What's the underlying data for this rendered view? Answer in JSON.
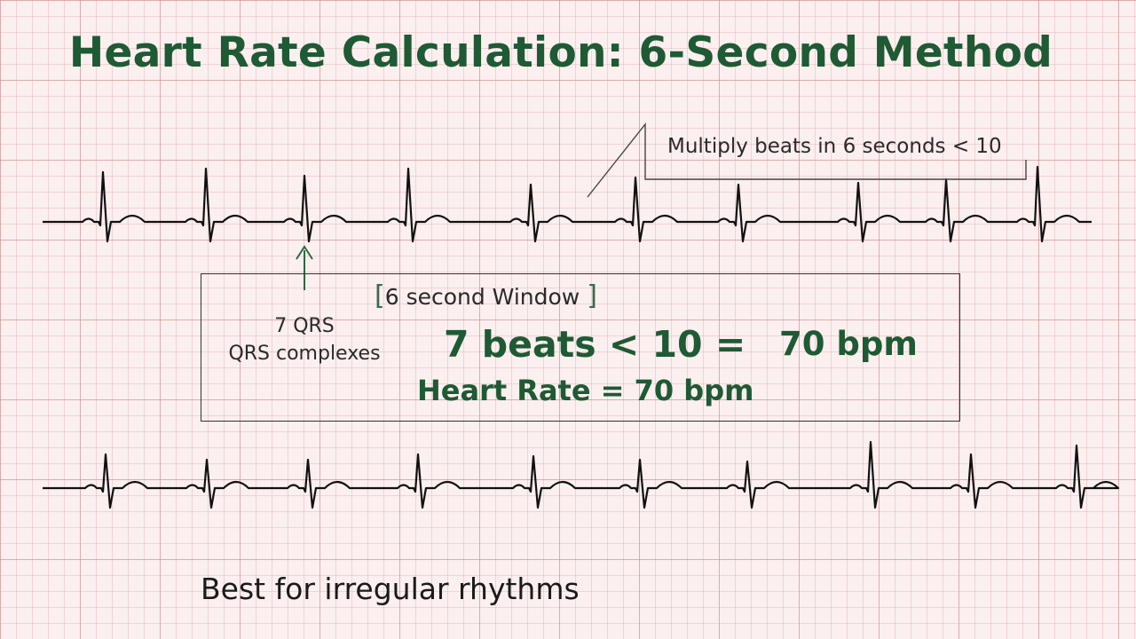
{
  "title": "Heart Rate Calculation: 6-Second Method",
  "callout": "Multiply beats in 6 seconds < 10",
  "window_label": "6 second Window",
  "qrs_count": {
    "line1": "7 QRS",
    "line2": "QRS complexes"
  },
  "formula": "7 beats < 10 =",
  "result": "70 bpm",
  "heart_rate": "Heart Rate = 70 bpm",
  "note": "Best for irregular rhythms",
  "colors": {
    "accent_green": "#1e5a34",
    "trace": "#111111",
    "grid_major": "#cd8c8c",
    "background": "#fbefef"
  }
}
